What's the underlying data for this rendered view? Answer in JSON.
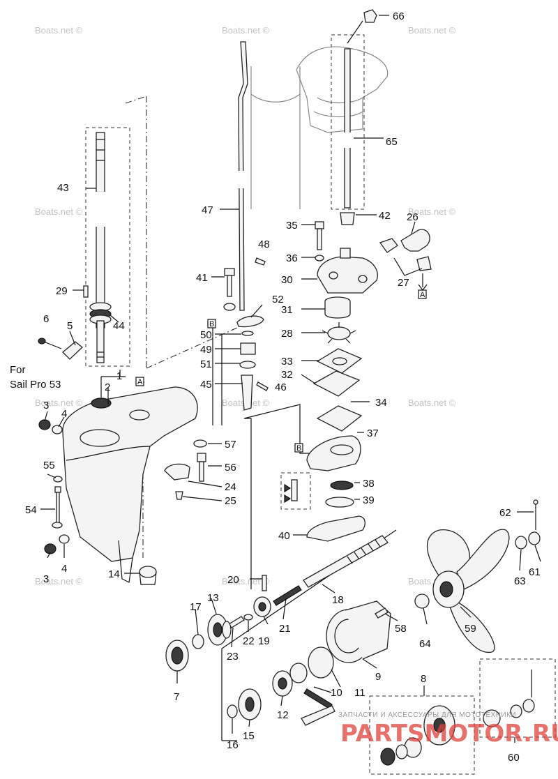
{
  "watermark": "Boats.net ©",
  "note_lines": [
    "For",
    "Sail Pro 53"
  ],
  "ref_labels": [
    "A",
    "B"
  ],
  "shop_text": "ЗАПЧАСТИ И АКСЕССУАРЫ ДЛЯ МОТОТЕХНИКИ",
  "brand_text": "PARTSMOTOR.RU",
  "callouts": [
    "1",
    "2",
    "3",
    "4",
    "5",
    "6",
    "7",
    "8",
    "9",
    "10",
    "11",
    "12",
    "13",
    "14",
    "15",
    "16",
    "17",
    "18",
    "19",
    "20",
    "21",
    "22",
    "23",
    "24",
    "25",
    "26",
    "27",
    "28",
    "29",
    "30",
    "31",
    "32",
    "33",
    "34",
    "35",
    "36",
    "37",
    "38",
    "39",
    "40",
    "41",
    "42",
    "43",
    "44",
    "45",
    "46",
    "47",
    "48",
    "49",
    "50",
    "51",
    "52",
    "54",
    "55",
    "56",
    "57",
    "58",
    "59",
    "60",
    "61",
    "62",
    "63",
    "64",
    "65",
    "66"
  ]
}
